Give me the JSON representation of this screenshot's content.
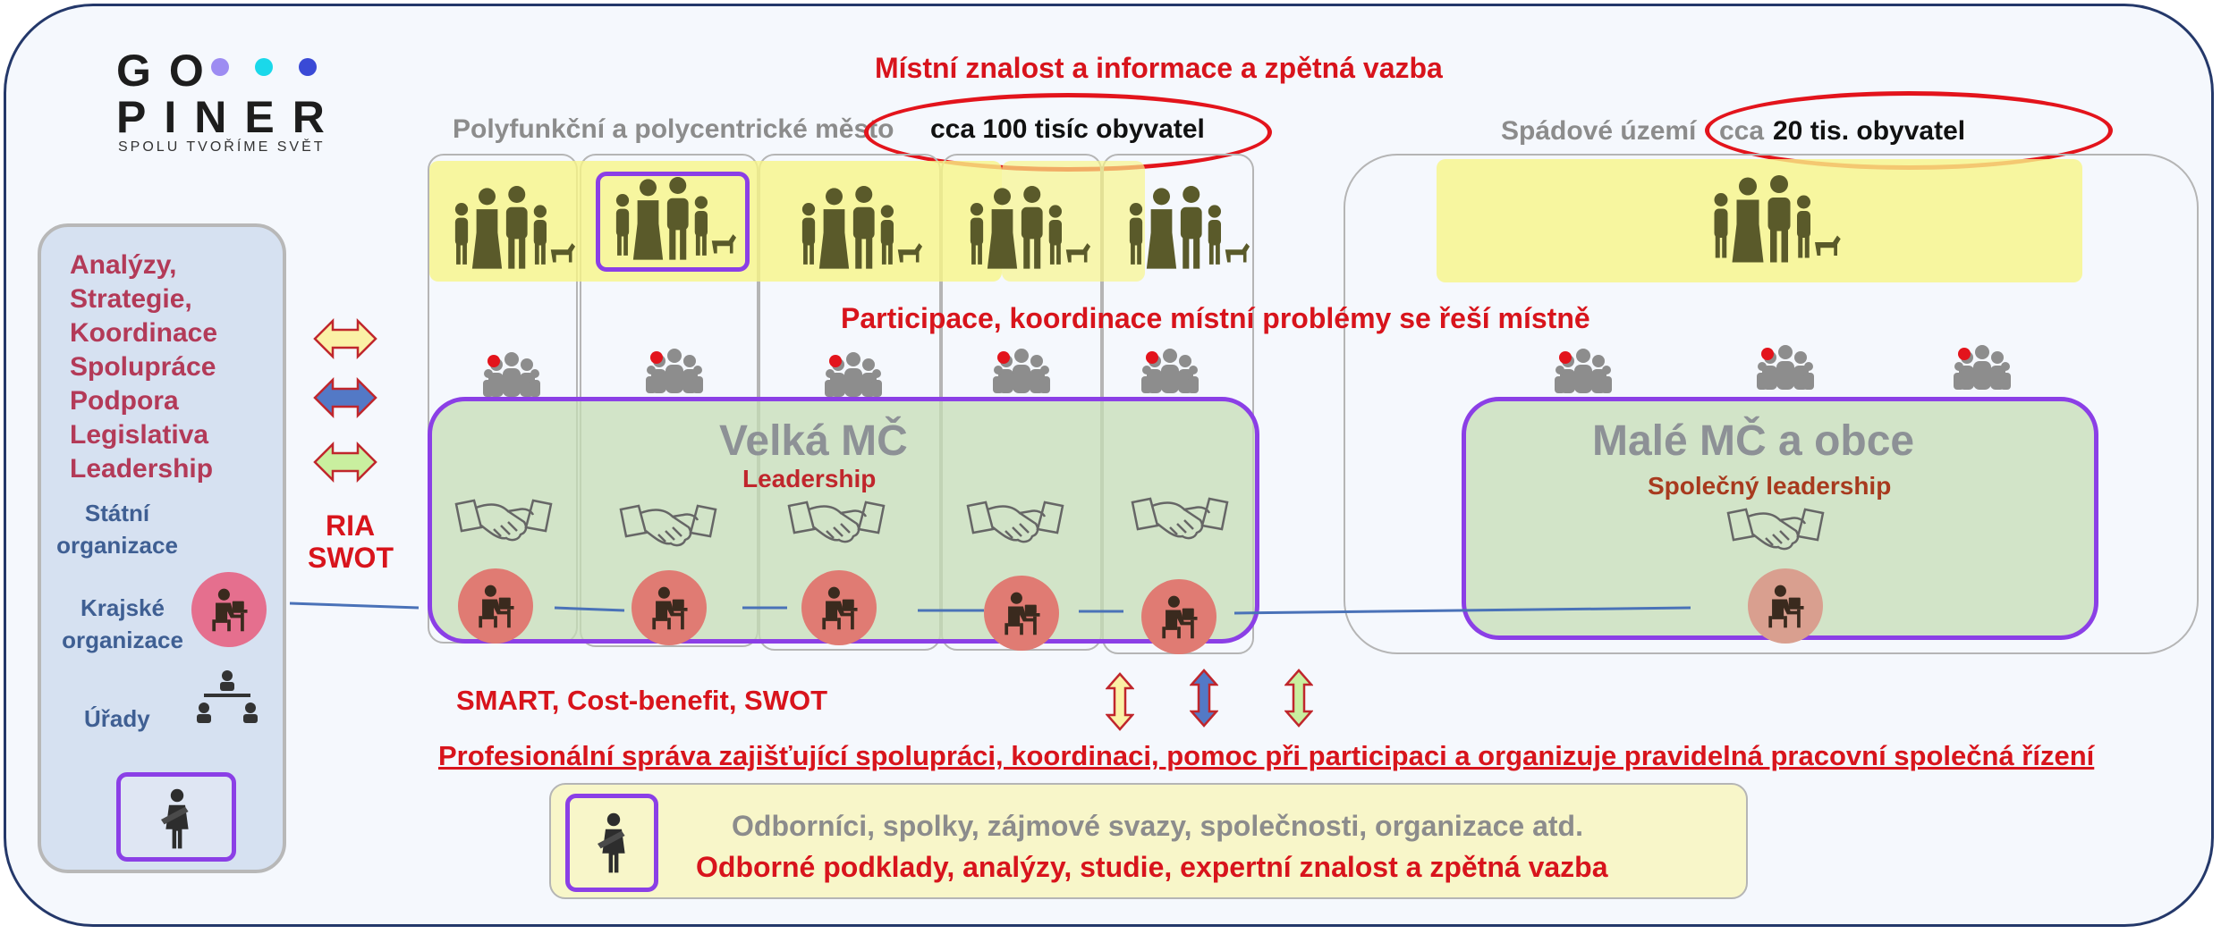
{
  "logo": {
    "line1": "GO",
    "line2": "PINER",
    "tagline": "SPOLU TVOŘÍME SVĚT",
    "dot_colors": [
      "#9d8cf2",
      "#1ad8ea",
      "#3a4ad6"
    ]
  },
  "top_title": "Místní znalost a informace a zpětná vazba",
  "city_heading": {
    "grey": "Polyfunkční a polycentrické město",
    "black": "cca 100 tisíc obyvatel"
  },
  "region_heading": {
    "grey": "Spádové území",
    "grey2": "cca",
    "black": "20 tis. obyvatel"
  },
  "participation_title": "Participace, koordinace místní problémy se řeší místně",
  "left_panel": {
    "items": [
      "Analýzy,",
      "Strategie,",
      "Koordinace",
      "Spolupráce",
      "Podpora",
      "Legislativa",
      "Leadership"
    ],
    "state_org": "Státní organizace",
    "regional_org": "Krajské organizace",
    "offices": "Úřady"
  },
  "ria_swot": [
    "RIA",
    "SWOT"
  ],
  "big_district": {
    "title": "Velká MČ",
    "subtitle": "Leadership"
  },
  "small_district": {
    "title": "Malé MČ a obce",
    "subtitle": "Společný leadership"
  },
  "methods": "SMART, Cost-benefit, SWOT",
  "professional_line": "Profesionální správa zajišťující spolupráci, koordinaci, pomoc při participaci a organizuje pravidelná pracovní společná řízení",
  "bottom_panel": {
    "line1": "Odborníci, spolky, zájmové svazy, společnosti, organizace atd.",
    "line2": "Odborné podklady, analýzy, studie, expertní znalost a zpětná vazba"
  },
  "colors": {
    "accent_red": "#d8141c",
    "purple": "#8b3fe6",
    "frame_navy": "#24386a",
    "green_fill": "#c6deb6",
    "yellow_fill": "#f7f587"
  },
  "icons": {
    "family": "family-icon",
    "group": "group-icon",
    "handshake": "handshake-icon",
    "office_worker": "office-worker-icon",
    "expert": "expert-icon",
    "hierarchy": "hierarchy-icon",
    "double_arrow": "double-arrow-icon"
  }
}
